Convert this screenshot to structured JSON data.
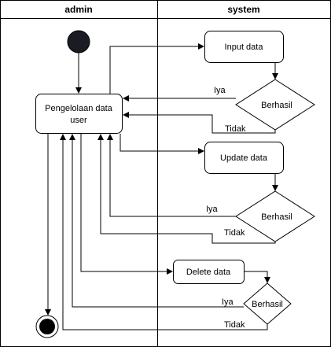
{
  "swimlanes": {
    "left_title": "admin",
    "right_title": "system"
  },
  "nodes": {
    "manage_user_line1": "Pengelolaan data",
    "manage_user_line2": "user",
    "input_data": "Input data",
    "update_data": "Update data",
    "delete_data": "Delete data",
    "decision_1": "Berhasil",
    "decision_2": "Berhasil",
    "decision_3": "Berhasil"
  },
  "edge_labels": {
    "yes_1": "Iya",
    "no_1": "Tidak",
    "yes_2": "Iya",
    "no_2": "Tidak",
    "yes_3": "Iya",
    "no_3": "Tidak"
  },
  "colors": {
    "stroke": "#000000",
    "start_fill": "#1b1b24",
    "end_fill": "#000000",
    "background": "#ffffff"
  }
}
